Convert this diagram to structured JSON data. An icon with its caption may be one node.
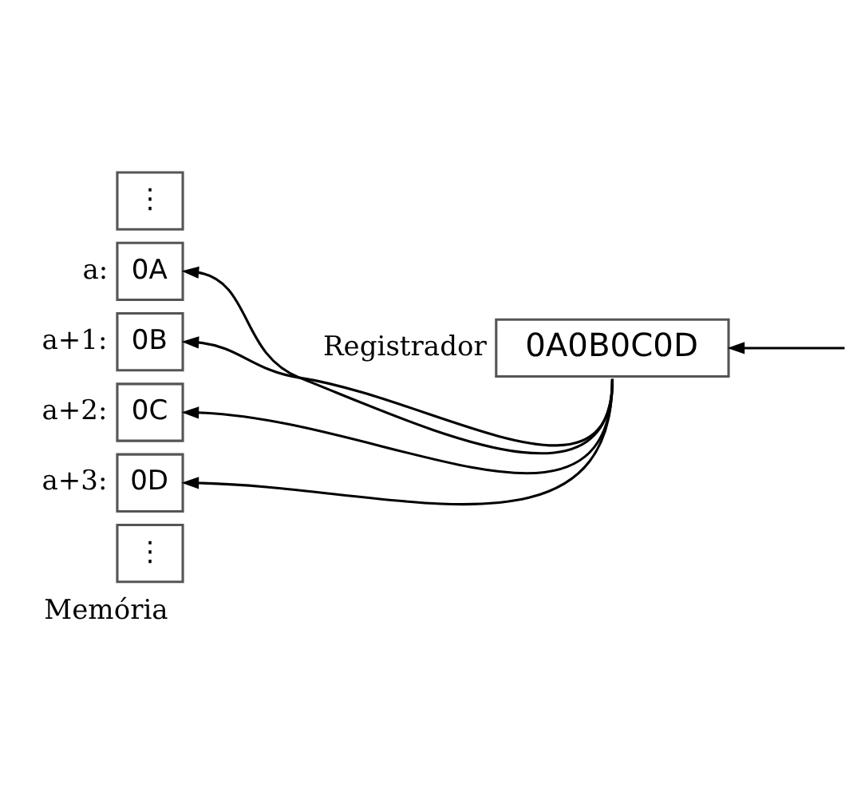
{
  "diagram": {
    "nodes": [
      {
        "text": [
          "0A0B0C0D"
        ],
        "beside": [
          "Registrador"
        ]
      },
      {
        "text": [
          "⋮"
        ]
      },
      {
        "text": [
          "0A"
        ],
        "beside": [
          "a:"
        ]
      },
      {
        "text": [
          "0B"
        ],
        "beside": [
          "a+1:"
        ]
      },
      {
        "text": [
          "0C"
        ],
        "beside": [
          "a+2:"
        ]
      },
      {
        "text": [
          "0D"
        ],
        "beside": [
          "a+3:"
        ]
      },
      {
        "text": [
          "⋮"
        ]
      }
    ],
    "edges": [
      {
        "from": null,
        "to": 0,
        "arrow": "to"
      },
      {
        "from": 0,
        "to": 2,
        "arrow": "to"
      },
      {
        "from": 0,
        "to": 3,
        "arrow": "to"
      },
      {
        "from": 0,
        "to": 4,
        "arrow": "to"
      },
      {
        "from": 0,
        "to": 5,
        "arrow": "to"
      }
    ],
    "labels": [
      "Memória"
    ]
  }
}
